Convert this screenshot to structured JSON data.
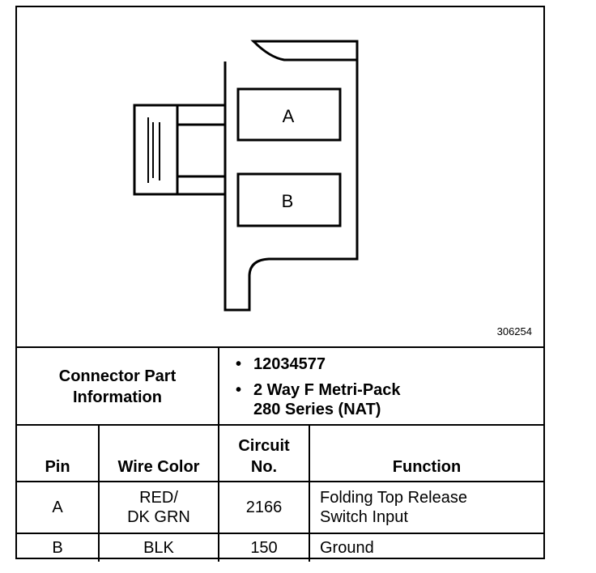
{
  "diagram": {
    "cavity_labels": [
      "A",
      "B"
    ],
    "figure_id": "306254"
  },
  "connector_info": {
    "label": "Connector Part\nInformation",
    "items": [
      "12034577",
      "2 Way F Metri-Pack\n280 Series (NAT)"
    ]
  },
  "pin_table": {
    "headers": [
      "Pin",
      "Wire Color",
      "Circuit\nNo.",
      "Function"
    ],
    "rows": [
      {
        "pin": "A",
        "wire_color": "RED/\nDK GRN",
        "circuit": "2166",
        "function": "Folding Top Release\nSwitch Input"
      },
      {
        "pin": "B",
        "wire_color": "BLK",
        "circuit": "150",
        "function": "Ground"
      }
    ]
  }
}
